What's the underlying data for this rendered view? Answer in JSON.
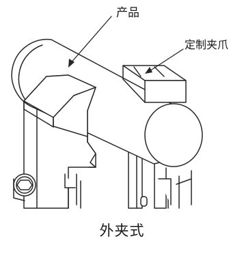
{
  "labels": {
    "product": "产品",
    "custom_jaw": "定制夹爪"
  },
  "caption": "外夹式",
  "colors": {
    "line": "#262626",
    "face": "#ffffff",
    "background": "#ffffff"
  }
}
